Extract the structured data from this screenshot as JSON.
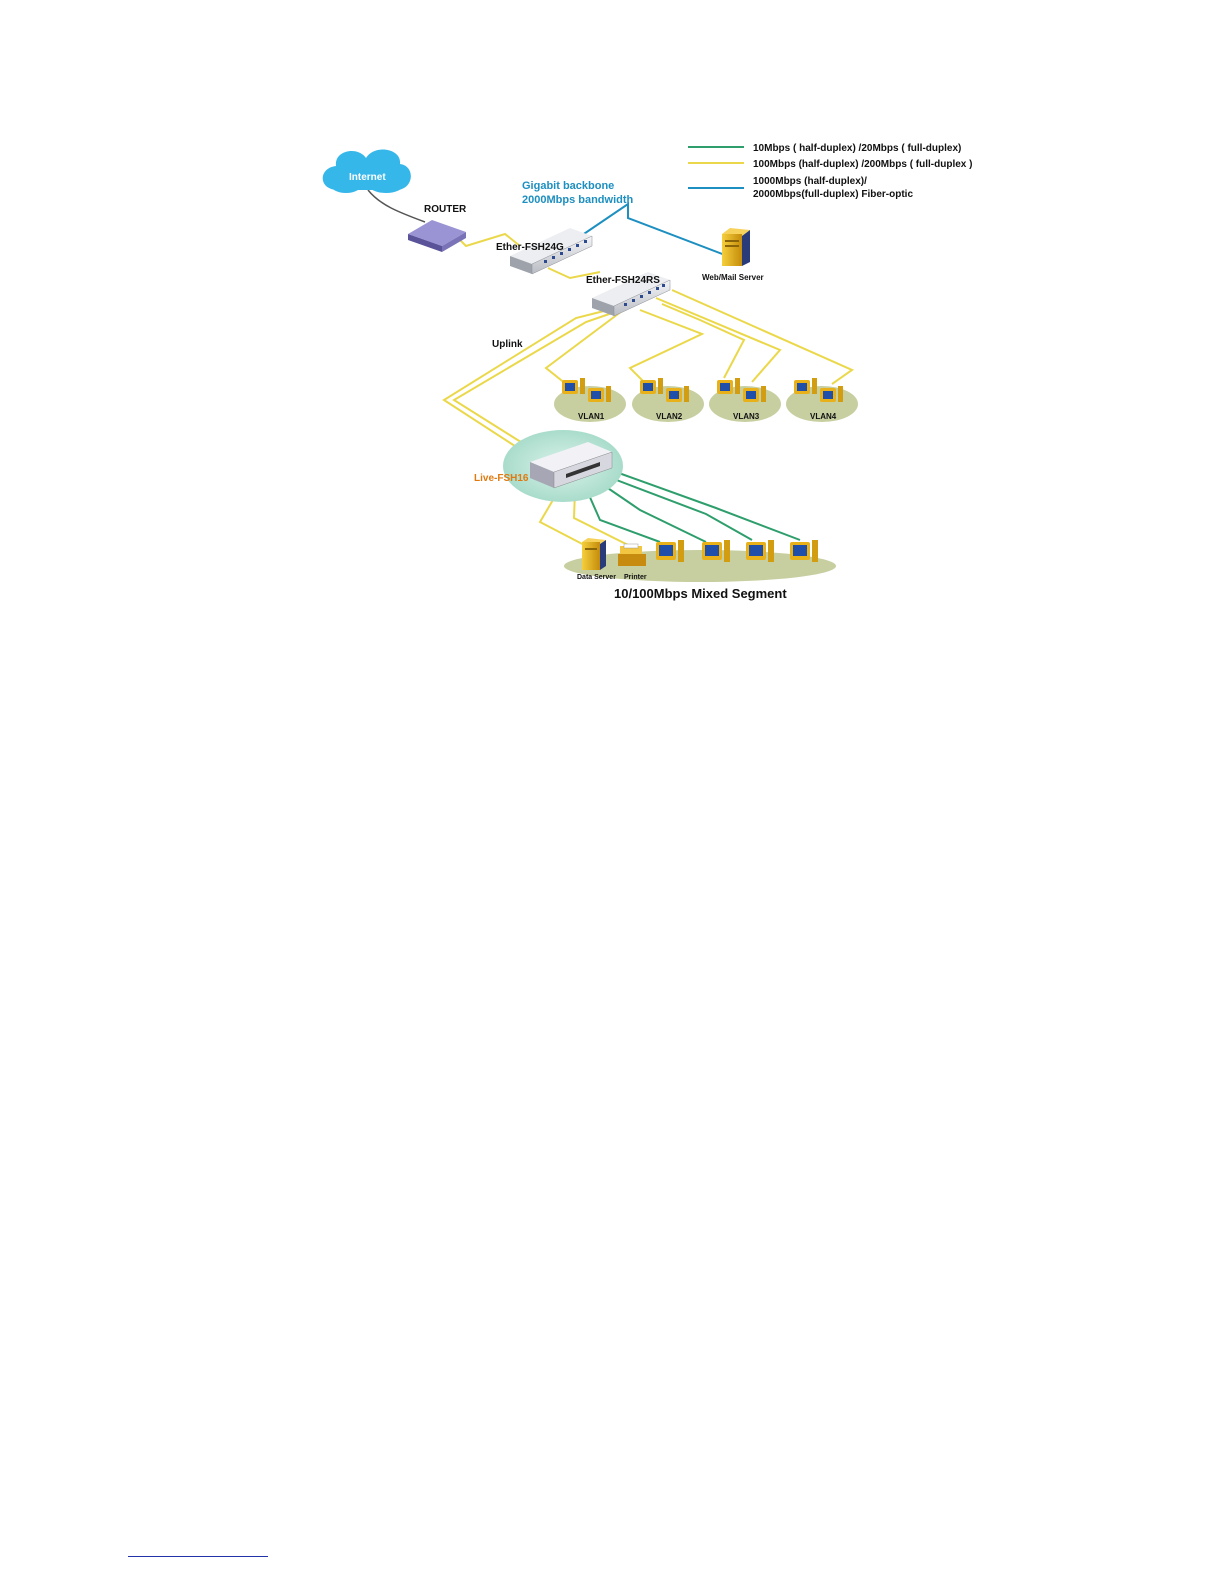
{
  "colors": {
    "link_10": "#2e9e6c",
    "link_100": "#ebd84a",
    "link_1000": "#1d8fc0",
    "cloud": "#36b7ea",
    "switch_body": "#d7d9de",
    "router_body": "#7a73b8",
    "tower": "#e8b11a",
    "screen": "#1f4fa8",
    "ellipse": "#c7cfa0",
    "live_glow": "#b6e3d4",
    "backbone_label": "#1d8fc0",
    "live_label": "#e07a10"
  },
  "legend": [
    {
      "kind": "10",
      "text": "10Mbps ( half-duplex) /20Mbps ( full-duplex)"
    },
    {
      "kind": "100",
      "text": "100Mbps (half-duplex) /200Mbps ( full-duplex )"
    },
    {
      "kind": "1000",
      "text_line1": "1000Mbps (half-duplex)/",
      "text_line2": "2000Mbps(full-duplex) Fiber-optic"
    }
  ],
  "labels": {
    "internet": "Internet",
    "router": "ROUTER",
    "backbone_line1": "Gigabit backbone",
    "backbone_line2": "2000Mbps bandwidth",
    "switch1": "Ether-FSH24G",
    "switch2": "Ether-FSH24RS",
    "web_server": "Web/Mail Server",
    "uplink": "Uplink",
    "live_switch": "Live-FSH16",
    "data_server": "Data Server",
    "printer": "Printer",
    "segment_title": "10/100Mbps Mixed Segment"
  },
  "vlans": [
    "VLAN1",
    "VLAN2",
    "VLAN3",
    "VLAN4"
  ],
  "icons": {
    "cloud": "internet-cloud-icon",
    "router": "router-icon",
    "switch": "network-switch-icon",
    "server": "server-tower-icon",
    "pc": "workstation-icon",
    "printer": "printer-icon"
  }
}
